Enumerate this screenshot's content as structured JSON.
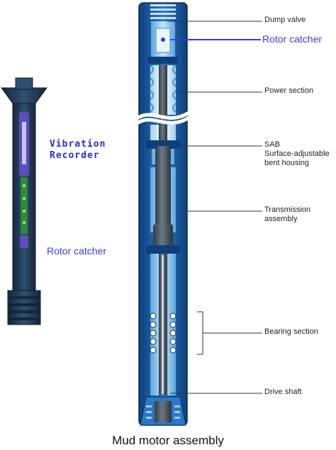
{
  "title": "Mud motor assembly",
  "colors": {
    "outer_wall": "#1a5fb0",
    "outer_wall_dark": "#103e7a",
    "inner_bore": "#7fc0ee",
    "inner_bore_light": "#b9def7",
    "shaft": "#4a5560",
    "shaft_light": "#aab4bc",
    "recorder_body": "#233c57",
    "label_blue": "#3a3ae0",
    "leader_line": "#333333"
  },
  "left_tool": {
    "vibration_label_line1": "Vibration",
    "vibration_label_line2": "Recorder",
    "rotor_catcher_label": "Rotor catcher"
  },
  "right_tool": {
    "rotor_catcher_label": "Rotor catcher",
    "labels": {
      "dump_valve": "Dump valve",
      "power_section": "Power section",
      "sab_line1": "SAB",
      "sab_line2": "Surface-adjustable",
      "sab_line3": "bent housing",
      "transmission_line1": "Transmission",
      "transmission_line2": "assembly",
      "bearing_section": "Bearing section",
      "drive_shaft": "Drive shaft"
    }
  }
}
